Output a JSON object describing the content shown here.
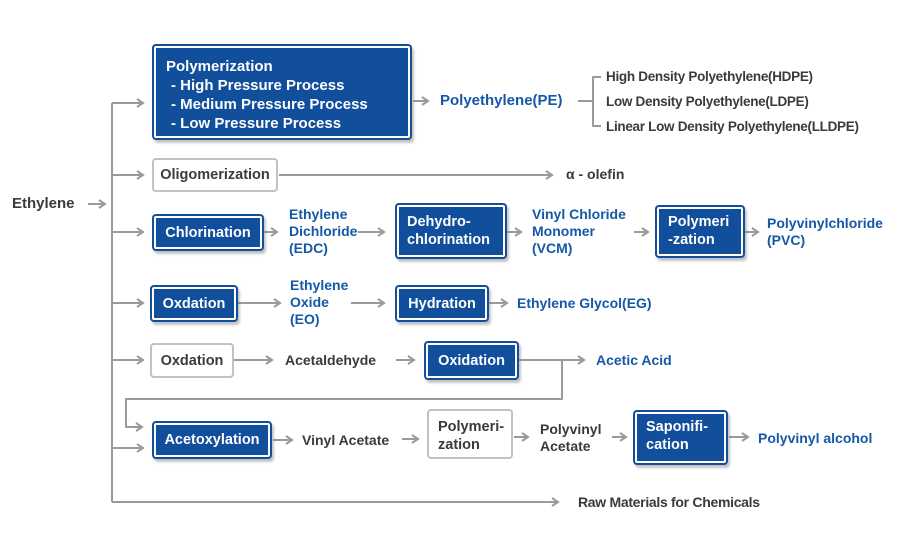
{
  "diagram_colors": {
    "process_fill": "#114e9c",
    "product_text": "#1558a7",
    "dark_text": "#3a3a3a",
    "connector": "#9a9a9a"
  },
  "root": {
    "label": "Ethylene"
  },
  "processes": {
    "polymerization_pe": {
      "title": "Polymerization",
      "sub": [
        "- High Pressure Process",
        "- Medium Pressure Process",
        "- Low Pressure Process"
      ]
    },
    "oligomerization": {
      "label": "Oligomerization"
    },
    "chlorination": {
      "label": "Chlorination"
    },
    "dehydrochlorination": {
      "line1": "Dehydro-",
      "line2": "chlorination"
    },
    "polymerization_pvc": {
      "line1": "Polymeri",
      "line2": "-zation"
    },
    "oxdation_eo": {
      "label": "Oxdation"
    },
    "hydration": {
      "label": "Hydration"
    },
    "oxdation_acetaldehyde": {
      "label": "Oxdation"
    },
    "oxidation_acetic": {
      "label": "Oxidation"
    },
    "acetoxylation": {
      "label": "Acetoxylation"
    },
    "polymerization_pva": {
      "line1": "Polymeri-",
      "line2": "zation"
    },
    "saponification": {
      "line1": "Saponifi-",
      "line2": "cation"
    }
  },
  "intermediates": {
    "edc": {
      "line1": "Ethylene",
      "line2": "Dichloride",
      "line3": "(EDC)"
    },
    "vcm": {
      "line1": "Vinyl Chloride",
      "line2": "Monomer",
      "line3": "(VCM)"
    },
    "eo": {
      "line1": "Ethylene",
      "line2": "Oxide",
      "line3": "(EO)"
    },
    "acetaldehyde": {
      "label": "Acetaldehyde"
    },
    "vinyl_acetate": {
      "label": "Vinyl Acetate"
    },
    "polyvinyl_acetate": {
      "line1": "Polyvinyl",
      "line2": "Acetate"
    }
  },
  "products": {
    "polyethylene": {
      "label": "Polyethylene(PE)"
    },
    "pe_grades": [
      "High Density Polyethylene(HDPE)",
      "Low Density Polyethylene(LDPE)",
      "Linear Low Density Polyethylene(LLDPE)"
    ],
    "alpha_olefin": {
      "label": "α - olefin"
    },
    "pvc": {
      "line1": "Polyvinylchloride",
      "line2": "(PVC)"
    },
    "ethylene_glycol": {
      "label": "Ethylene Glycol(EG)"
    },
    "acetic_acid": {
      "label": "Acetic Acid"
    },
    "polyvinyl_alcohol": {
      "label": "Polyvinyl alcohol"
    },
    "raw_materials": {
      "label": "Raw Materials for Chemicals"
    }
  }
}
